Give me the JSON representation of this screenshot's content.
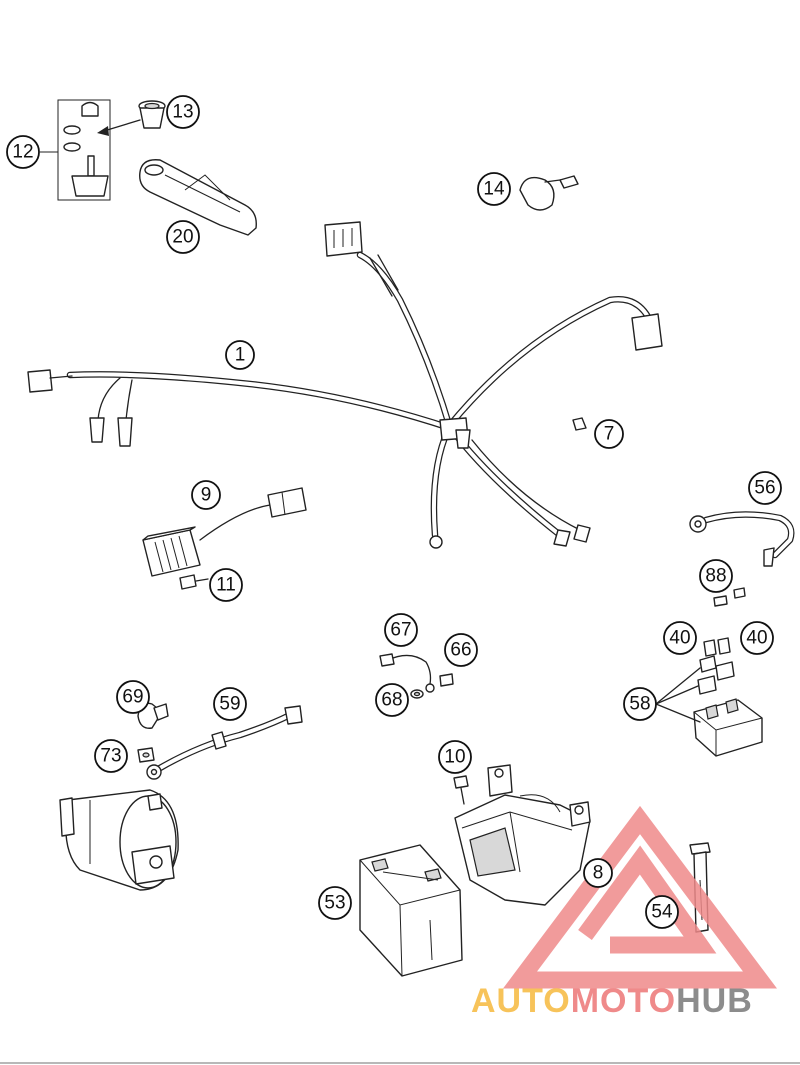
{
  "callouts": [
    {
      "id": "1",
      "label": "1"
    },
    {
      "id": "7",
      "label": "7"
    },
    {
      "id": "8",
      "label": "8"
    },
    {
      "id": "9",
      "label": "9"
    },
    {
      "id": "10",
      "label": "10"
    },
    {
      "id": "11",
      "label": "11"
    },
    {
      "id": "12",
      "label": "12"
    },
    {
      "id": "13",
      "label": "13"
    },
    {
      "id": "14",
      "label": "14"
    },
    {
      "id": "20",
      "label": "20"
    },
    {
      "id": "40a",
      "label": "40"
    },
    {
      "id": "40b",
      "label": "40"
    },
    {
      "id": "53",
      "label": "53"
    },
    {
      "id": "54",
      "label": "54"
    },
    {
      "id": "56",
      "label": "56"
    },
    {
      "id": "58",
      "label": "58"
    },
    {
      "id": "59",
      "label": "59"
    },
    {
      "id": "66",
      "label": "66"
    },
    {
      "id": "67",
      "label": "67"
    },
    {
      "id": "68",
      "label": "68"
    },
    {
      "id": "69",
      "label": "69"
    },
    {
      "id": "73",
      "label": "73"
    },
    {
      "id": "88",
      "label": "88"
    }
  ],
  "watermark": {
    "word_a": "AUTO",
    "word_b": "MOTO",
    "word_c": "HUB",
    "color_a": "#f7c35a",
    "color_b": "#ef8a8a",
    "color_c": "#8c8c8c",
    "triangle_color": "#ef8a8a"
  }
}
